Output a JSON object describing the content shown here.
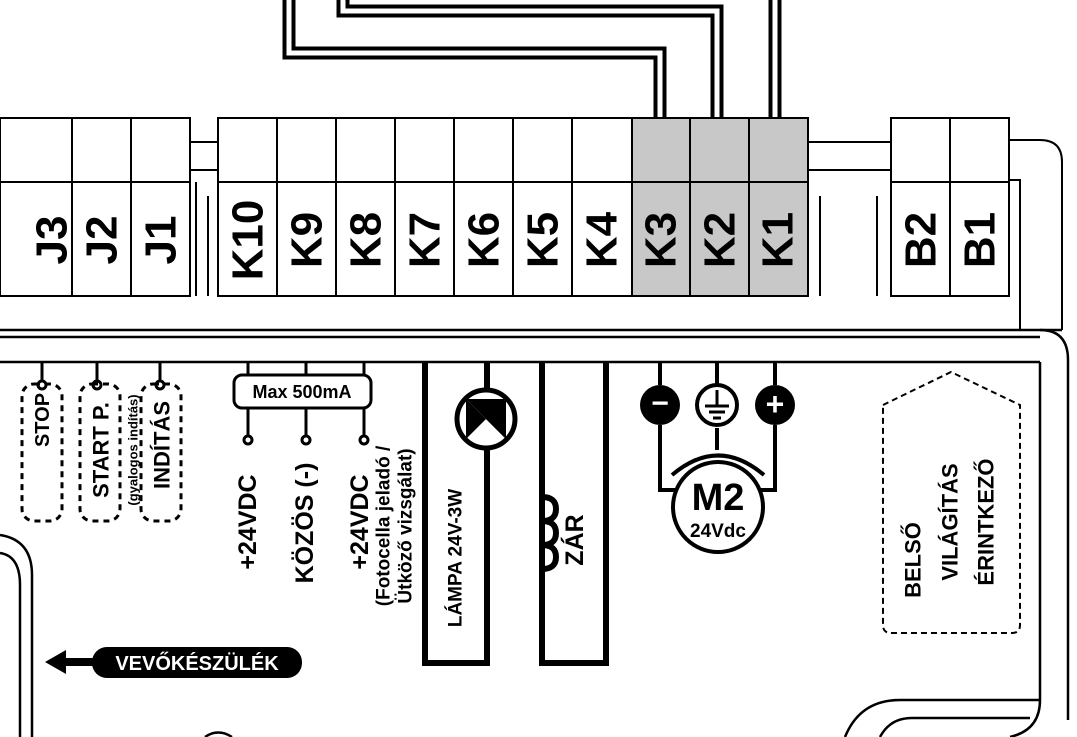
{
  "terminal_labels": {
    "j3": "J3",
    "j2": "J2",
    "j1": "J1",
    "k10": "K10",
    "k9": "K9",
    "k8": "K8",
    "k7": "K7",
    "k6": "K6",
    "k5": "K5",
    "k4": "K4",
    "k3": "K3",
    "k2": "K2",
    "k1": "K1",
    "b2": "B2",
    "b1": "B1"
  },
  "inputs": {
    "stop": "STOP",
    "start_p": "START P.",
    "start_p_note": "(gyalogos indítás)",
    "inditas": "INDÍTÁS"
  },
  "power": {
    "max_current": "Max 500mA",
    "plus24": "+24VDC",
    "common": "KÖZÖS (-)",
    "plus24_photo": "+24VDC",
    "photo_note1": "(Fotocella jeladó /",
    "photo_note2": "Ütköző vizsgálat)"
  },
  "outputs": {
    "lamp": "LÁMPA 24V-3W",
    "lock": "ZÁR"
  },
  "motor": {
    "name": "M2",
    "voltage": "24Vdc",
    "minus": "−",
    "plus": "+"
  },
  "receiver": "VEVŐKÉSZÜLÉK",
  "internal_light": {
    "line1": "BELSŐ",
    "line2": "VILÁGÍTÁS",
    "line3": "ÉRINTKEZŐ"
  },
  "colors": {
    "highlight": "#c8c8c8",
    "ink": "#000000"
  }
}
